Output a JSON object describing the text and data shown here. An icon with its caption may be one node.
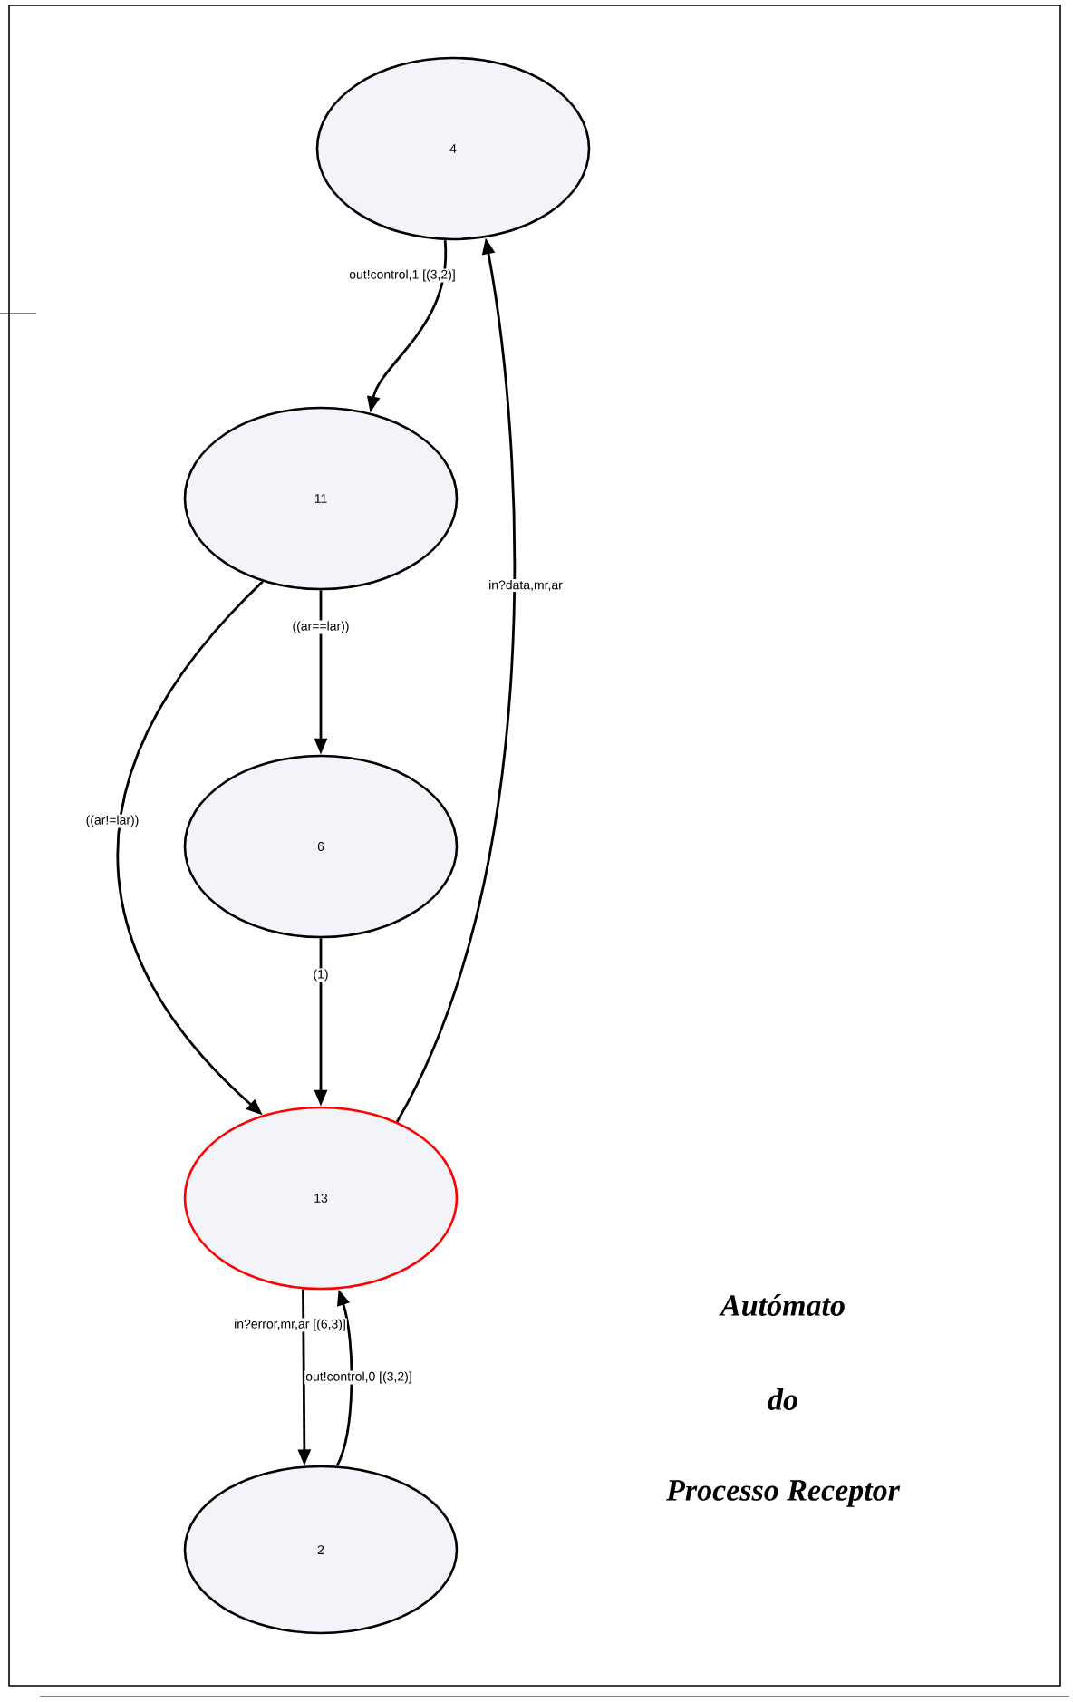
{
  "diagram": {
    "nodes": [
      {
        "text": [
          "4"
        ]
      },
      {
        "text": [
          "11"
        ]
      },
      {
        "text": [
          "6"
        ]
      },
      {
        "text": [
          "13"
        ]
      },
      {
        "text": [
          "2"
        ]
      }
    ],
    "edges": [
      {
        "from": 0,
        "to": 1,
        "arrow": "to",
        "label": "out!control,1 [(3,2)]"
      },
      {
        "from": 3,
        "to": 0,
        "arrow": "to",
        "label": "in?data,mr,ar"
      },
      {
        "from": 1,
        "to": 2,
        "arrow": "to",
        "label": "((ar==lar))"
      },
      {
        "from": 1,
        "to": 3,
        "arrow": "to",
        "label": "((ar!=lar))"
      },
      {
        "from": 2,
        "to": 3,
        "arrow": "to",
        "label": "(1)"
      },
      {
        "from": 3,
        "to": 4,
        "arrow": "to",
        "label": "in?error,mr,ar [(6,3)]"
      },
      {
        "from": 4,
        "to": 3,
        "arrow": "to",
        "label": "out!control,0 [(3,2)]"
      }
    ],
    "labels": [
      "Autómato",
      "do",
      "Processo Receptor"
    ]
  }
}
